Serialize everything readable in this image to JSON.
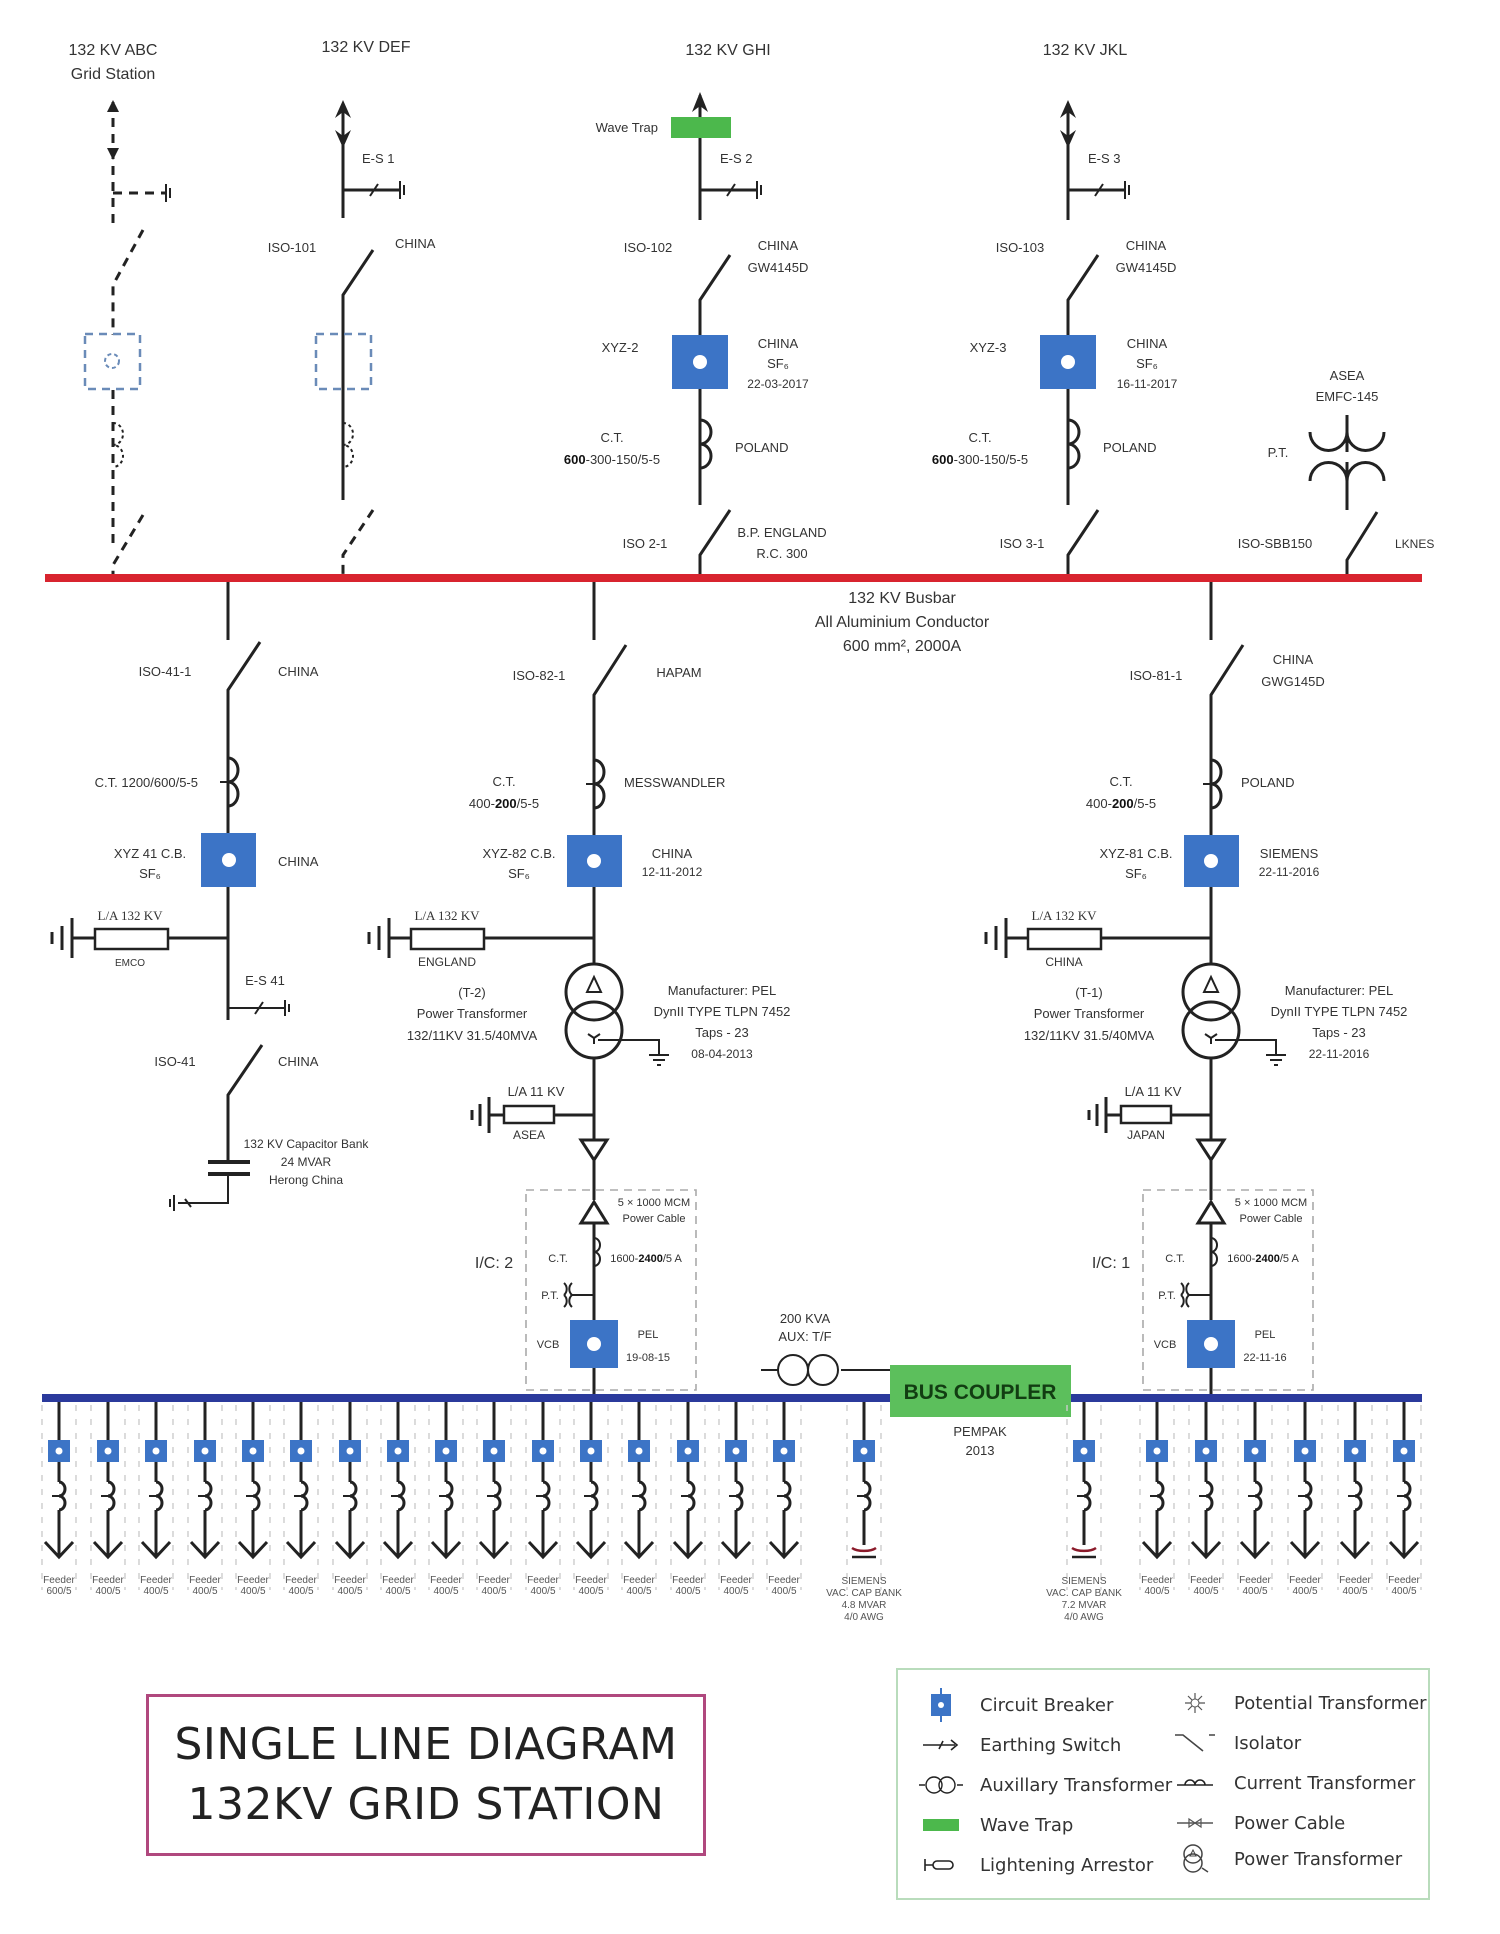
{
  "colors": {
    "hv_busbar": "#d8242f",
    "lv_busbar": "#2b3a9c",
    "circuit_breaker": "#3c74c6",
    "wave_trap": "#4cb84c",
    "bus_coupler": "#5cbf5c",
    "title_border": "#b0487e",
    "legend_border": "#b9dcbc"
  },
  "incomers": [
    {
      "title_line1": "132 KV ABC",
      "title_line2": "Grid Station",
      "status": "dashed (future)"
    },
    {
      "title_line1": "132 KV DEF",
      "earth_switch": "E-S 1",
      "isolator": "ISO-101",
      "isolator_make": "CHINA",
      "status": "partially dashed"
    },
    {
      "title_line1": "132 KV GHI",
      "wave_trap": "Wave Trap",
      "earth_switch": "E-S 2",
      "isolator": "ISO-102",
      "isolator_make_1": "CHINA",
      "isolator_make_2": "GW4145D",
      "breaker": "XYZ-2",
      "breaker_make_1": "CHINA",
      "breaker_make_2": "SF₆",
      "breaker_date": "22-03-2017",
      "ct_label": "C.T.",
      "ct_ratio_bold": "600",
      "ct_ratio_rest": "-300-150/5-5",
      "ct_make": "POLAND",
      "bus_isolator": "ISO 2-1",
      "bus_isolator_make_1": "B.P. ENGLAND",
      "bus_isolator_make_2": "R.C. 300"
    },
    {
      "title_line1": "132 KV JKL",
      "earth_switch": "E-S 3",
      "isolator": "ISO-103",
      "isolator_make_1": "CHINA",
      "isolator_make_2": "GW4145D",
      "breaker": "XYZ-3",
      "breaker_make_1": "CHINA",
      "breaker_make_2": "SF₆",
      "breaker_date": "16-11-2017",
      "ct_label": "C.T.",
      "ct_ratio_bold": "600",
      "ct_ratio_rest": "-300-150/5-5",
      "ct_make": "POLAND",
      "bus_isolator": "ISO 3-1"
    }
  ],
  "bus_pt": {
    "make_1": "ASEA",
    "make_2": "EMFC-145",
    "label": "P.T.",
    "isolator": "ISO-SBB150",
    "isolator_make": "LKNES"
  },
  "hv_busbar": {
    "line1": "132 KV Busbar",
    "line2": "All Aluminium Conductor",
    "line3": "600 mm², 2000A"
  },
  "cap_bay": {
    "isolator": "ISO-41-1",
    "isolator_make": "CHINA",
    "ct": "C.T. 1200/600/5-5",
    "breaker_1": "XYZ 41 C.B.",
    "breaker_2": "SF₆",
    "breaker_make": "CHINA",
    "la": "L/A 132 KV",
    "la_make": "EMCO",
    "earth_switch": "E-S 41",
    "isolator2": "ISO-41",
    "isolator2_make": "CHINA",
    "cap_1": "132 KV Capacitor Bank",
    "cap_2": "24 MVAR",
    "cap_3": "Herong China"
  },
  "transformer_bays": [
    {
      "isolator": "ISO-82-1",
      "isolator_make_1": "HAPAM",
      "isolator_make_2": "",
      "ct_label": "C.T.",
      "ct_pre": "400-",
      "ct_bold": "200",
      "ct_post": "/5-5",
      "ct_make": "MESSWANDLER",
      "breaker_1": "XYZ-82 C.B.",
      "breaker_2": "SF₆",
      "breaker_make": "CHINA",
      "breaker_date": "12-11-2012",
      "la": "L/A 132 KV",
      "la_make": "ENGLAND",
      "tx_id": "(T-2)",
      "tx_name": "Power Transformer",
      "tx_rating": "132/11KV  31.5/40MVA",
      "tx_mfr": "Manufacturer: PEL",
      "tx_type": "DynII TYPE TLPN 7452",
      "tx_taps": "Taps - 23",
      "tx_date": "08-04-2013",
      "la11": "L/A 11 KV",
      "la11_make": "ASEA",
      "cable_1": "5 × 1000 MCM",
      "cable_2": "Power Cable",
      "ic": "I/C: 2",
      "ct11_label": "C.T.",
      "ct11_pre": "1600-",
      "ct11_bold": "2400",
      "ct11_post": "/5 A",
      "pt11": "P.T.",
      "vcb": "VCB",
      "vcb_make": "PEL",
      "vcb_date": "19-08-15"
    },
    {
      "isolator": "ISO-81-1",
      "isolator_make_1": "CHINA",
      "isolator_make_2": "GWG145D",
      "ct_label": "C.T.",
      "ct_pre": "400-",
      "ct_bold": "200",
      "ct_post": "/5-5",
      "ct_make": "POLAND",
      "breaker_1": "XYZ-81 C.B.",
      "breaker_2": "SF₆",
      "breaker_make": "SIEMENS",
      "breaker_date": "22-11-2016",
      "la": "L/A 132 KV",
      "la_make": "CHINA",
      "tx_id": "(T-1)",
      "tx_name": "Power Transformer",
      "tx_rating": "132/11KV  31.5/40MVA",
      "tx_mfr": "Manufacturer: PEL",
      "tx_type": "DynII TYPE TLPN 7452",
      "tx_taps": "Taps - 23",
      "tx_date": "22-11-2016",
      "la11": "L/A 11 KV",
      "la11_make": "JAPAN",
      "cable_1": "5 × 1000 MCM",
      "cable_2": "Power Cable",
      "ic": "I/C: 1",
      "ct11_label": "C.T.",
      "ct11_pre": "1600-",
      "ct11_bold": "2400",
      "ct11_post": "/5 A",
      "pt11": "P.T.",
      "vcb": "VCB",
      "vcb_make": "PEL",
      "vcb_date": "22-11-16"
    }
  ],
  "aux_tf": {
    "line1": "200 KVA",
    "line2": "AUX: T/F"
  },
  "bus_coupler": {
    "label": "BUS COUPLER",
    "make": "PEMPAK",
    "year": "2013"
  },
  "feeders_left": [
    {
      "l1": "Feeder",
      "l2": "600/5"
    },
    {
      "l1": "Feeder",
      "l2": "400/5"
    },
    {
      "l1": "Feeder",
      "l2": "400/5"
    },
    {
      "l1": "Feeder",
      "l2": "400/5"
    },
    {
      "l1": "Feeder",
      "l2": "400/5"
    },
    {
      "l1": "Feeder",
      "l2": "400/5"
    },
    {
      "l1": "Feeder",
      "l2": "400/5"
    },
    {
      "l1": "Feeder",
      "l2": "400/5"
    },
    {
      "l1": "Feeder",
      "l2": "400/5"
    },
    {
      "l1": "Feeder",
      "l2": "400/5"
    },
    {
      "l1": "Feeder",
      "l2": "400/5"
    },
    {
      "l1": "Feeder",
      "l2": "400/5"
    },
    {
      "l1": "Feeder",
      "l2": "400/5"
    },
    {
      "l1": "Feeder",
      "l2": "400/5"
    },
    {
      "l1": "Feeder",
      "l2": "400/5"
    },
    {
      "l1": "Feeder",
      "l2": "400/5"
    }
  ],
  "feeders_right": [
    {
      "l1": "Feeder",
      "l2": "400/5"
    },
    {
      "l1": "Feeder",
      "l2": "400/5"
    },
    {
      "l1": "Feeder",
      "l2": "400/5"
    },
    {
      "l1": "Feeder",
      "l2": "400/5"
    },
    {
      "l1": "Feeder",
      "l2": "400/5"
    },
    {
      "l1": "Feeder",
      "l2": "400/5"
    }
  ],
  "cap_banks_11kv": [
    {
      "l1": "SIEMENS",
      "l2": "VAC. CAP BANK",
      "l3": "4.8 MVAR",
      "l4": "4/0 AWG"
    },
    {
      "l1": "SIEMENS",
      "l2": "VAC. CAP BANK",
      "l3": "7.2  MVAR",
      "l4": "4/0 AWG"
    }
  ],
  "title": {
    "line1": "SINGLE LINE DIAGRAM",
    "line2": "132KV GRID STATION"
  },
  "legend": [
    {
      "icon": "circuit-breaker-icon",
      "label": "Circuit Breaker"
    },
    {
      "icon": "earthing-switch-icon",
      "label": "Earthing Switch"
    },
    {
      "icon": "auxiliary-transformer-icon",
      "label": "Auxillary Transformer"
    },
    {
      "icon": "wave-trap-icon",
      "label": "Wave Trap"
    },
    {
      "icon": "lightning-arrestor-icon",
      "label": "Lightening Arrestor"
    },
    {
      "icon": "potential-transformer-icon",
      "label": "Potential Transformer"
    },
    {
      "icon": "isolator-icon",
      "label": "Isolator"
    },
    {
      "icon": "current-transformer-icon",
      "label": "Current Transformer"
    },
    {
      "icon": "power-cable-icon",
      "label": "Power Cable"
    },
    {
      "icon": "power-transformer-icon",
      "label": "Power Transformer"
    }
  ]
}
